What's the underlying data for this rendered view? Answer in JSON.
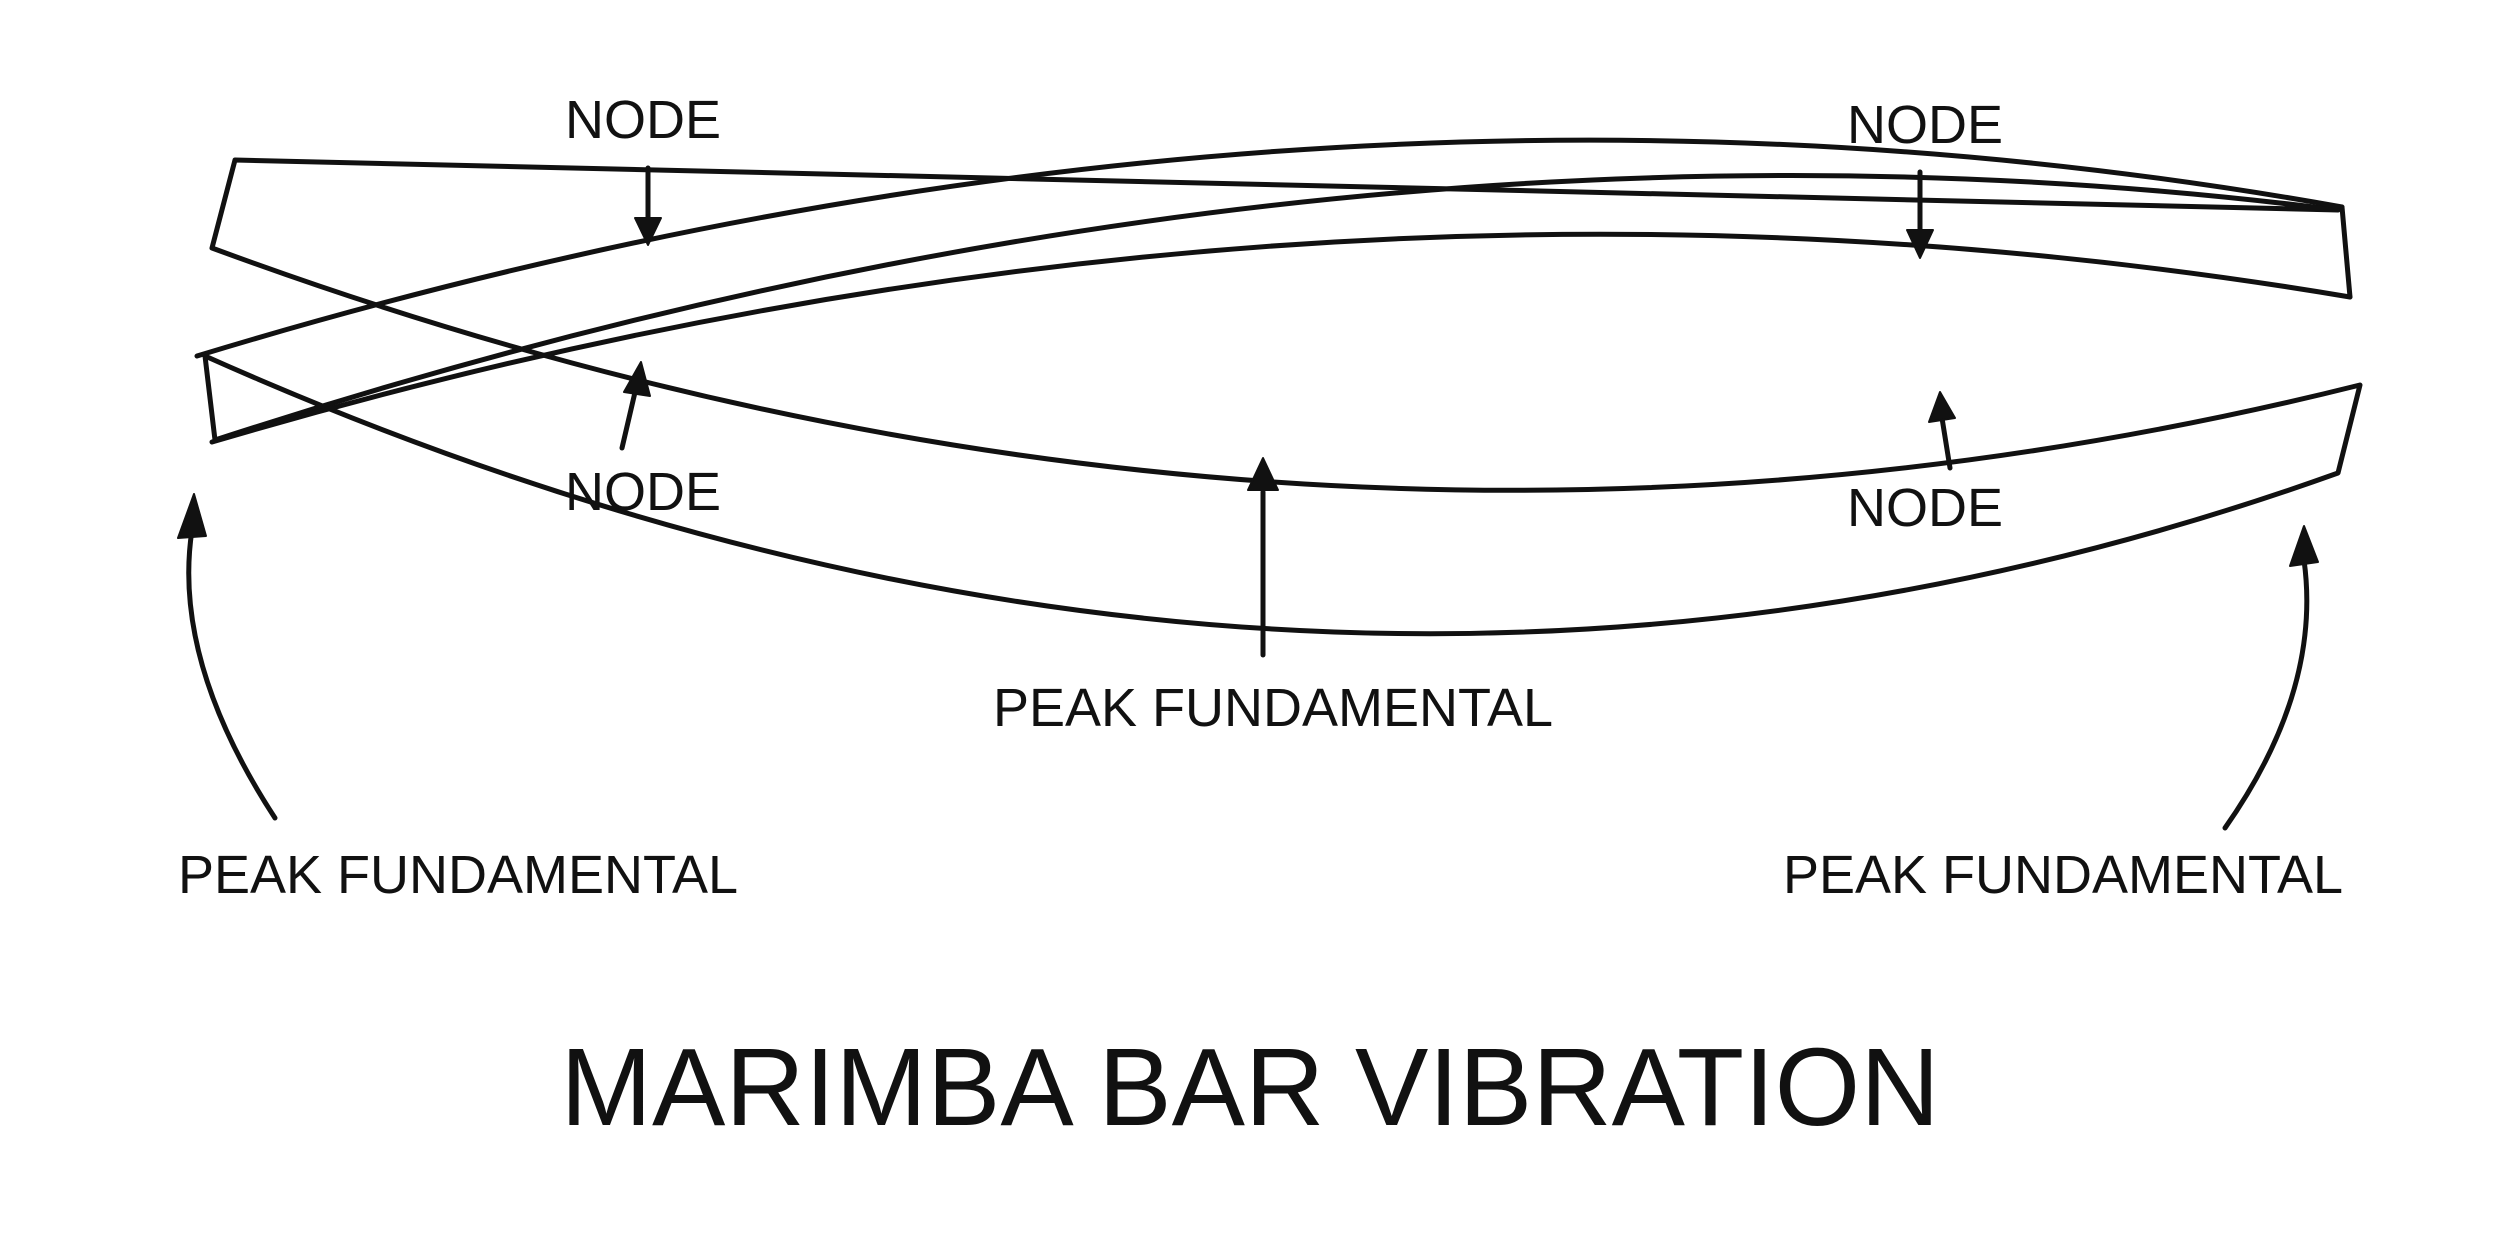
{
  "labels": {
    "node_top_left": "NODE",
    "node_top_right": "NODE",
    "node_bottom_left": "NODE",
    "node_bottom_right": "NODE",
    "peak_center": "PEAK FUNDAMENTAL",
    "peak_left": "PEAK FUNDAMENTAL",
    "peak_right": "PEAK FUNDAMENTAL"
  },
  "title": "MARIMBA BAR VIBRATION",
  "colors": {
    "ink": "#111111",
    "background": "#ffffff"
  }
}
